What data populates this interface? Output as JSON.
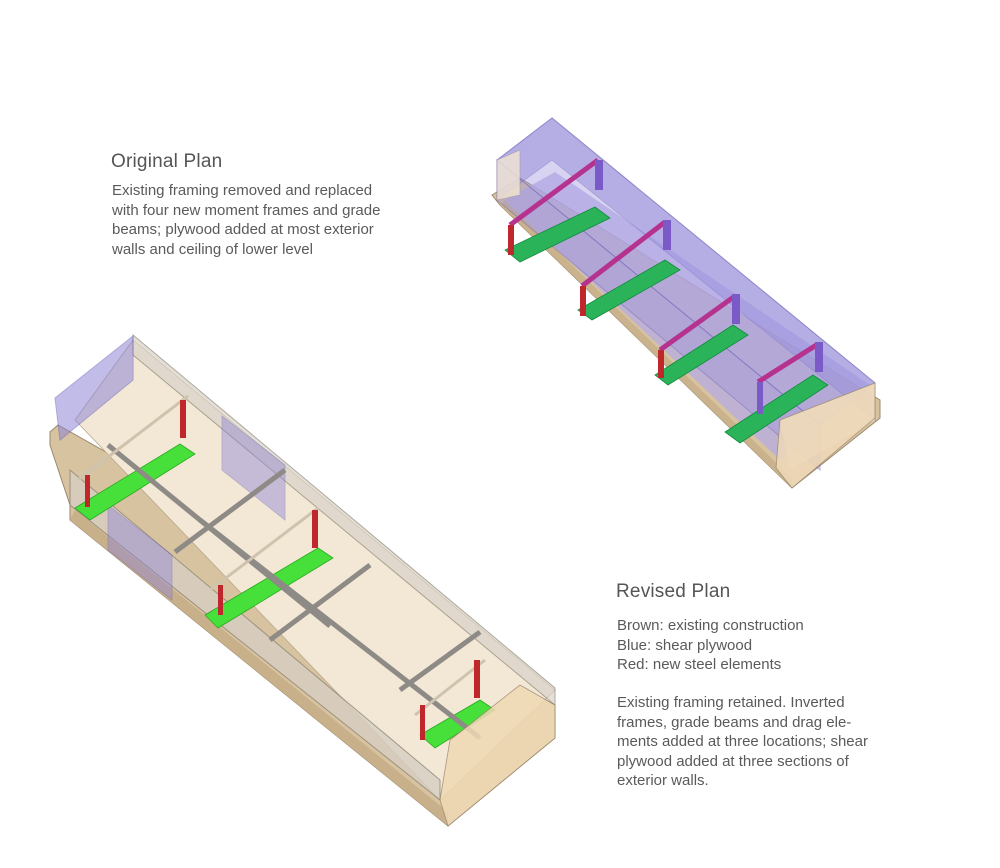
{
  "original_plan": {
    "title": "Original Plan",
    "description": "Existing framing removed and replaced\nwith four new moment frames and grade\nbeams; plywood added at most exterior\nwalls and ceiling of lower level"
  },
  "revised_plan": {
    "title": "Revised Plan",
    "legend": [
      {
        "label": "Brown: existing construction",
        "color": "#d8c3a0"
      },
      {
        "label": "Blue: shear plywood",
        "color": "#8f86d6"
      },
      {
        "label": "Red: new steel elements",
        "color": "#c0272d"
      }
    ],
    "description": "Existing framing retained. Inverted\nframes, grade beams and drag ele-\nments added at three locations; shear\nplywood added at three sections of\nexterior walls."
  },
  "colors": {
    "existing": "#efe4d2",
    "slab": "#d8c3a0",
    "plywood": "#8f86d6",
    "steel": "#c0272d",
    "grade_beam_original": "#2bb35a",
    "grade_beam_revised": "#47e03a",
    "drag": "#8e8a86"
  }
}
